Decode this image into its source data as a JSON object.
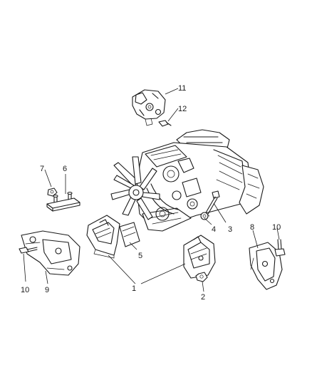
{
  "callouts": {
    "c1": "1",
    "c2": "2",
    "c3": "3",
    "c4": "4",
    "c5": "5",
    "c6": "6",
    "c7": "7",
    "c8": "8",
    "c9": "9",
    "c10a": "10",
    "c10b": "10",
    "c11": "11",
    "c12": "12"
  }
}
